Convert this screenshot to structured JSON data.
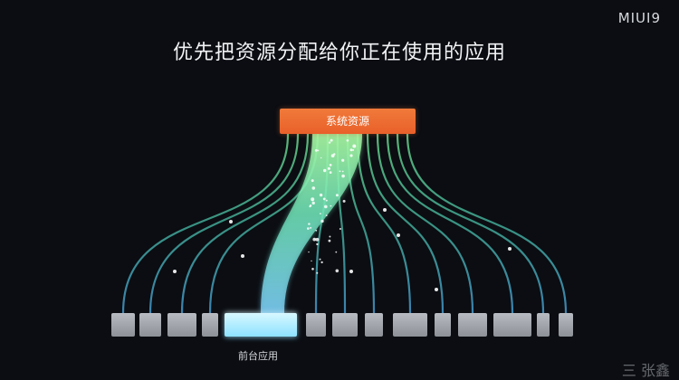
{
  "brand": "MIUI9",
  "title": "优先把资源分配给你正在使用的应用",
  "source_label": "系统资源",
  "foreground_label": "前台应用",
  "watermark": "三 张鑫"
}
